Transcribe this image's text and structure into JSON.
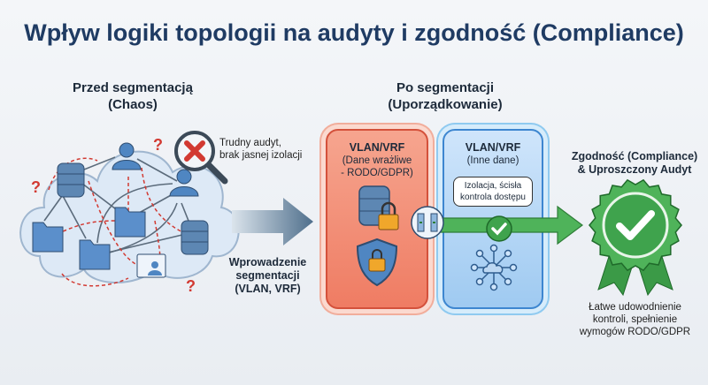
{
  "title": "Wpływ logiki topologii na audyty i zgodność (Compliance)",
  "before": {
    "heading": "Przed segmentacją",
    "subheading": "(Chaos)",
    "note_line1": "Trudny audyt,",
    "note_line2": "brak jasnej izolacji"
  },
  "transition": {
    "line1": "Wprowadzenie",
    "line2": "segmentacji",
    "line3": "(VLAN, VRF)"
  },
  "after": {
    "heading": "Po segmentacji",
    "subheading": "(Uporządkowanie)"
  },
  "sensitive_zone": {
    "title": "VLAN/VRF",
    "line1": "(Dane wrażliwe",
    "line2": "- RODO/GDPR)"
  },
  "other_zone": {
    "title": "VLAN/VRF",
    "line1": "(Inne dane)",
    "bubble_line1": "Izolacja, ścisła",
    "bubble_line2": "kontrola dostępu"
  },
  "compliance": {
    "heading1": "Zgodność (Compliance)",
    "heading2": "& Uproszczony Audyt",
    "note_line1": "Łatwe udowodnienie",
    "note_line2": "kontroli, spełnienie",
    "note_line3": "wymogów RODO/GDPR"
  },
  "colors": {
    "title": "#1f3b63",
    "red_zone": "#ef7c63",
    "blue_zone": "#9fcaf1",
    "green": "#3fa34d",
    "arrow": "#4f6f8c"
  }
}
